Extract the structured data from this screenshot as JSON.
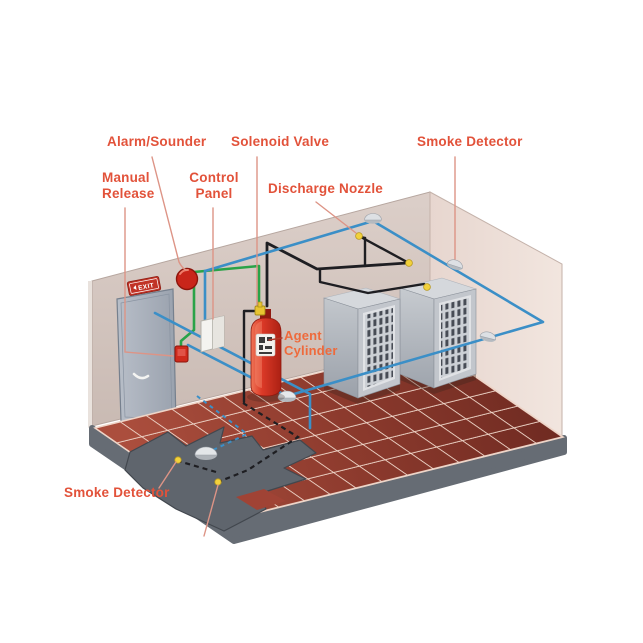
{
  "diagram": {
    "title": "Fire suppression system room diagram",
    "labels": {
      "alarm_sounder": "Alarm/Sounder",
      "manual_release": "Manual\nRelease",
      "control_panel": "Control\nPanel",
      "solenoid_valve": "Solenoid Valve",
      "discharge_nozzle": "Discharge Nozzle",
      "smoke_detector_top": "Smoke Detector",
      "agent_cylinder": "Agent\nCylinder",
      "smoke_detector_bottom": "Smoke Detector"
    },
    "exit_sign": "EXIT",
    "colors": {
      "label_red": "#e2523a",
      "label_orange": "#ee6a3c",
      "leader_line": "#dd9486",
      "pipe_black": "#1e1e22",
      "wire_blue": "#3b8fc7",
      "wire_green": "#2aa348",
      "cylinder_red": "#d93b28",
      "floor_tile_dark": "#6e2a21",
      "floor_tile_light": "#a84b3b",
      "grout": "#eed5c8",
      "wall_back": "#d5c8c2",
      "wall_right": "#eee1da",
      "slab_gray": "#666c74",
      "nozzle_yellow": "#f2d13c",
      "exit_sign_red": "#c13326",
      "bell_red": "#c9251a"
    }
  }
}
